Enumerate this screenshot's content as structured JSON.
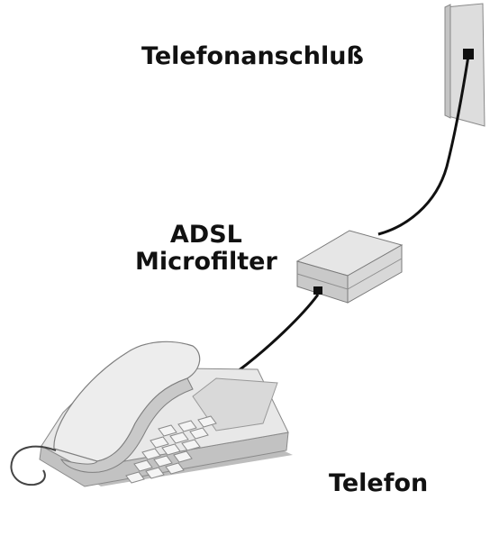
{
  "labels": {
    "wall_jack": "Telefonanschluß",
    "filter_line1": "ADSL",
    "filter_line2": "Microfilter",
    "telephone": "Telefon"
  },
  "colors": {
    "device_light": "#ececec",
    "device_mid": "#d4d4d4",
    "device_dark": "#a9a9a9",
    "cable": "#111111",
    "text": "#111111"
  }
}
